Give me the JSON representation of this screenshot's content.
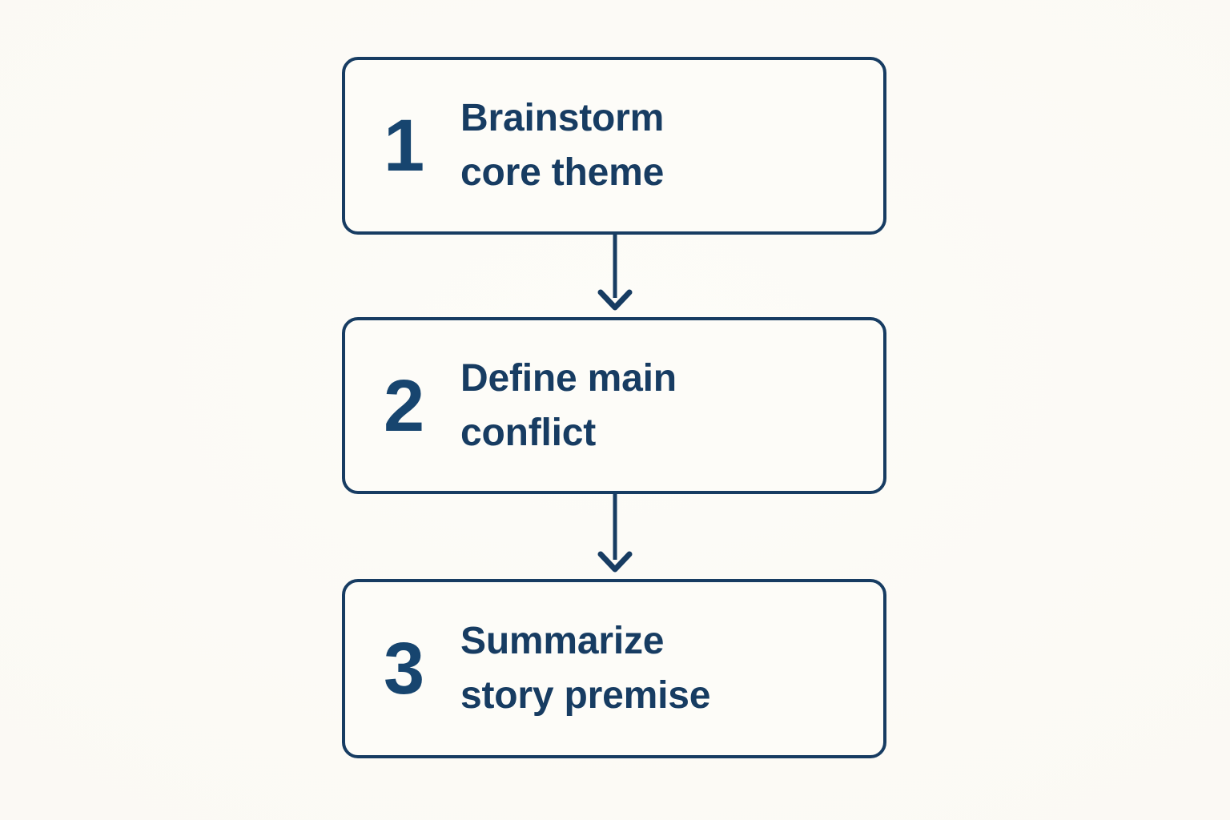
{
  "diagram": {
    "type": "vertical-flowchart",
    "title": "",
    "background_color": "#fcfbf7",
    "accent_color": "#173c62",
    "number_color": "#17456f",
    "steps": [
      {
        "number": "1",
        "label": "Brainstorm\ncore theme",
        "line1": "Brainstorm",
        "line2": "core theme"
      },
      {
        "number": "2",
        "label": "Define main\nconflict",
        "line1": "Define main",
        "line2": "conflict"
      },
      {
        "number": "3",
        "label": "Summarize\nstory premise",
        "line1": "Summarize",
        "line2": "story premise"
      }
    ],
    "connectors": [
      {
        "from": "1",
        "to": "2",
        "direction": "down",
        "style": "arrow"
      },
      {
        "from": "2",
        "to": "3",
        "direction": "down",
        "style": "arrow"
      }
    ]
  }
}
